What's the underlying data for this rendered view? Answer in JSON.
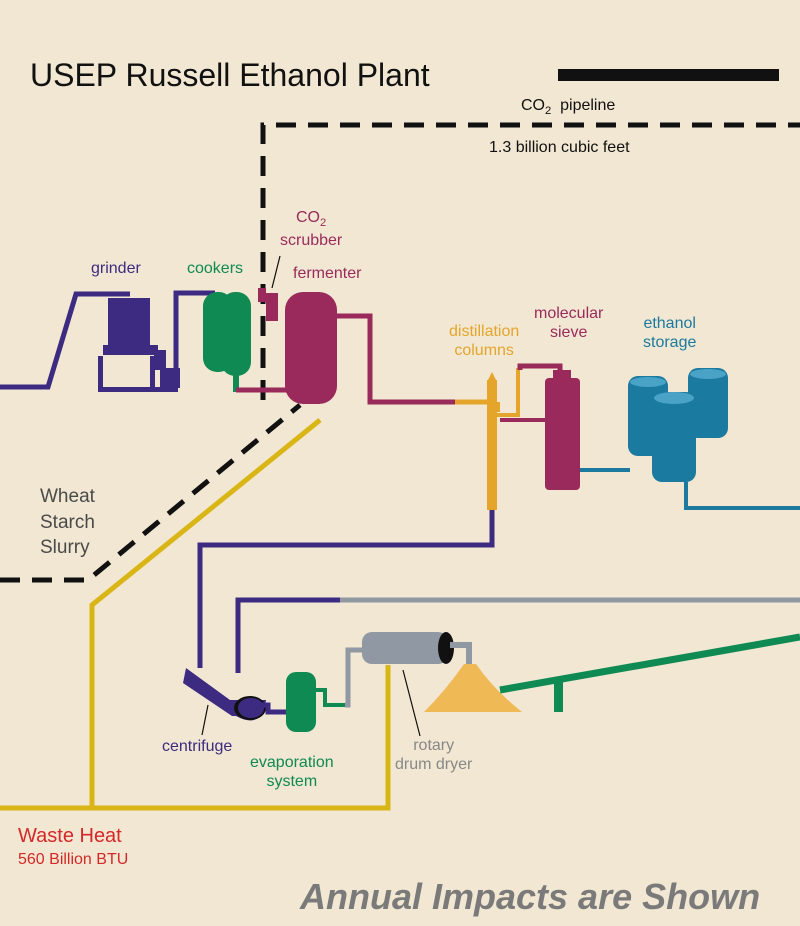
{
  "title": "USEP Russell Ethanol Plant",
  "co2_pipeline": {
    "prefix": "CO",
    "sub": "2",
    "label": "pipeline"
  },
  "co2_volume": "1.3  billion cubic feet",
  "co2_scrubber": {
    "prefix": "CO",
    "sub": "2",
    "label": "scrubber"
  },
  "components": {
    "grinder": "grinder",
    "cookers": "cookers",
    "fermenter": "fermenter",
    "distillation": [
      "distillation",
      "columns"
    ],
    "molecular_sieve": [
      "molecular",
      "sieve"
    ],
    "ethanol_storage": [
      "ethanol",
      "storage"
    ],
    "centrifuge": "centrifuge",
    "evaporation": [
      "evaporation",
      "system"
    ],
    "rotary_dryer": [
      "rotary",
      "drum dryer"
    ]
  },
  "slurry": [
    "Wheat",
    "Starch",
    "Slurry"
  ],
  "waste_heat": {
    "label": "Waste Heat",
    "value": "560 Billion BTU"
  },
  "footer": "Annual Impacts are Shown",
  "colors": {
    "background": "#f1e7d2",
    "grinder": "#3d2b82",
    "cookers": "#0f8a52",
    "fermenter": "#9a2a5c",
    "distillation": "#e5a52b",
    "ethanol": "#1b7aa0",
    "dryer": "#8f98a3",
    "heat": "#d9b616",
    "waste_heat_text": "#d62828",
    "footer_text": "#7a7a7a"
  }
}
